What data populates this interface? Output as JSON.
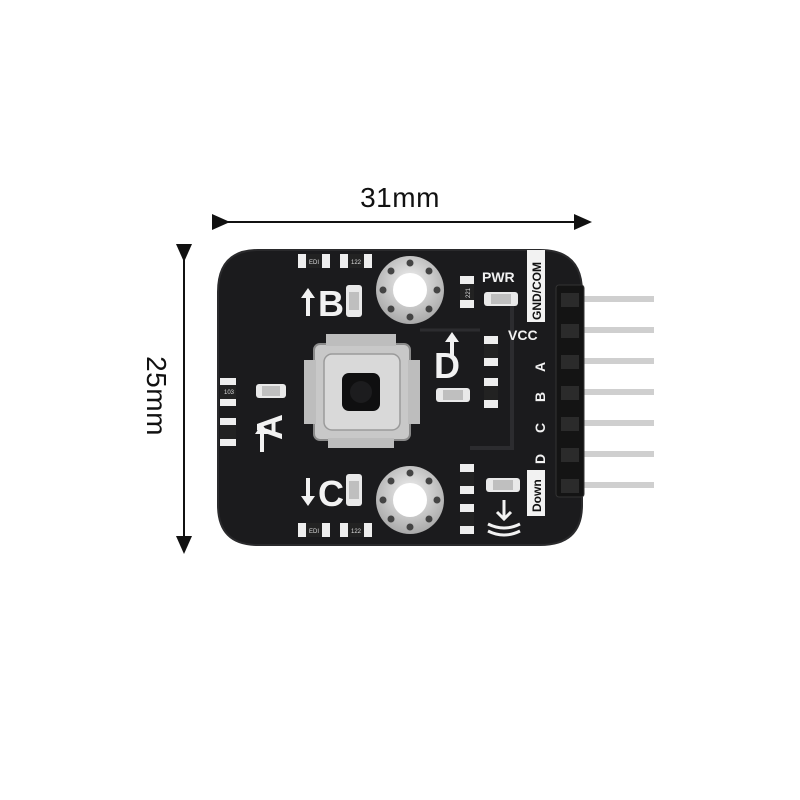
{
  "dimensions": {
    "width_label": "31mm",
    "height_label": "25mm"
  },
  "board": {
    "pwr_label": "PWR",
    "vcc_label": "VCC",
    "gnd_com_label": "GND/COM",
    "down_label": "Down",
    "pin_labels": [
      "A",
      "B",
      "C",
      "D"
    ],
    "direction_labels": {
      "a": "A",
      "b": "B",
      "c": "C",
      "d": "D"
    },
    "resistor_codes": [
      "EDI",
      "122",
      "221",
      "103",
      "122",
      "EDI"
    ],
    "colors": {
      "pcb": "#1b1b1d",
      "silkscreen": "#f2f2f2",
      "pin": "#c9c9c9",
      "housing": "#141414"
    }
  }
}
